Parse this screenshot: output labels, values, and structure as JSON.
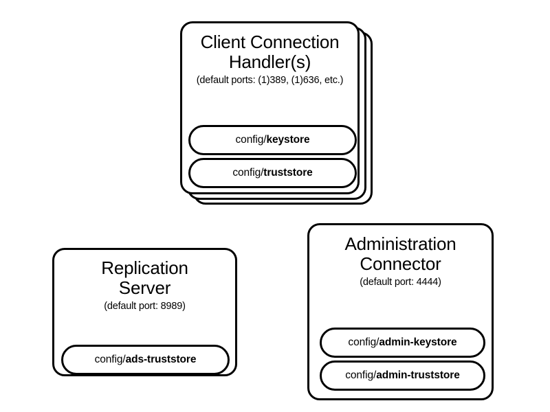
{
  "diagram": {
    "background_color": "#ffffff",
    "stroke_color": "#000000",
    "nodes": [
      {
        "id": "client-connection-handler",
        "title": "Client Connection\nHandler(s)",
        "subtitle": "(default ports: (1)389, (1)636, etc.)",
        "stacked": true,
        "stack_count": 3,
        "stores": [
          {
            "prefix": "config/",
            "name": "keystore"
          },
          {
            "prefix": "config/",
            "name": "truststore"
          }
        ]
      },
      {
        "id": "replication-server",
        "title": "Replication\nServer",
        "subtitle": "(default port: 8989)",
        "stacked": false,
        "stack_count": 1,
        "stores": [
          {
            "prefix": "config/",
            "name": "ads-truststore"
          }
        ]
      },
      {
        "id": "administration-connector",
        "title": "Administration\nConnector",
        "subtitle": "(default port: 4444)",
        "stacked": false,
        "stack_count": 1,
        "stores": [
          {
            "prefix": "config/",
            "name": "admin-keystore"
          },
          {
            "prefix": "config/",
            "name": "admin-truststore"
          }
        ]
      }
    ]
  }
}
